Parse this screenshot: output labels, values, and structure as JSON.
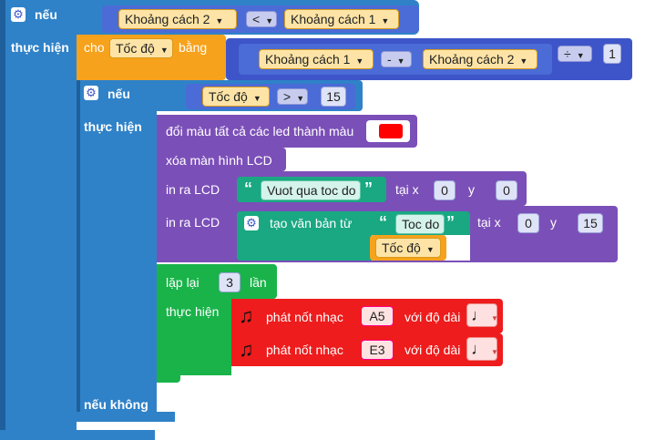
{
  "if_outer": {
    "if_label": "nếu",
    "do_label": "thực hiện",
    "else_label": "nếu không"
  },
  "condition1": {
    "left_var": "Khoảng cách 2",
    "operator": "<",
    "right_var": "Khoảng cách 1"
  },
  "set_block": {
    "cho_label": "cho",
    "var": "Tốc độ",
    "equals_label": "bằng",
    "minus_left": "Khoảng cách 1",
    "minus_op": "-",
    "minus_right": "Khoảng cách 2",
    "divide_op": "÷",
    "divide_value": "1"
  },
  "if_inner": {
    "if_label": "nếu",
    "do_label": "thực hiện",
    "var": "Tốc độ",
    "operator": ">",
    "value": "15"
  },
  "led_block": {
    "label": "đổi màu tất cả các led thành màu",
    "color": "#ff0000"
  },
  "clear_block": {
    "label": "xóa màn hình LCD"
  },
  "print1": {
    "label": "in ra LCD",
    "text": "Vuot qua toc do",
    "at_x_label": "tại x",
    "x": "0",
    "y_label": "y",
    "y": "0"
  },
  "print2": {
    "label": "in ra LCD",
    "join_label": "tạo văn bản từ",
    "text": "Toc do",
    "var": "Tốc độ",
    "at_x_label": "tại x",
    "x": "0",
    "y_label": "y",
    "y": "15"
  },
  "repeat_block": {
    "label": "lặp lại",
    "times": "3",
    "times_label": "lần",
    "do_label": "thực hiện"
  },
  "note1": {
    "label": "phát nốt nhạc",
    "note": "A5",
    "duration_label": "với độ dài",
    "duration_icon": "quarter-note-icon"
  },
  "note2": {
    "label": "phát nốt nhạc",
    "note": "E3",
    "duration_label": "với độ dài",
    "duration_icon": "quarter-note-icon"
  },
  "colors": {
    "control": "#2f82c8",
    "control_dark": "#1f5f9b",
    "logic": "#4b6bd6",
    "math": "#3d55c8",
    "variable": "#f6a21c",
    "lcd": "#7b4fb8",
    "repeat": "#19b34a",
    "music": "#ee1c1c",
    "text": "#19a882"
  }
}
